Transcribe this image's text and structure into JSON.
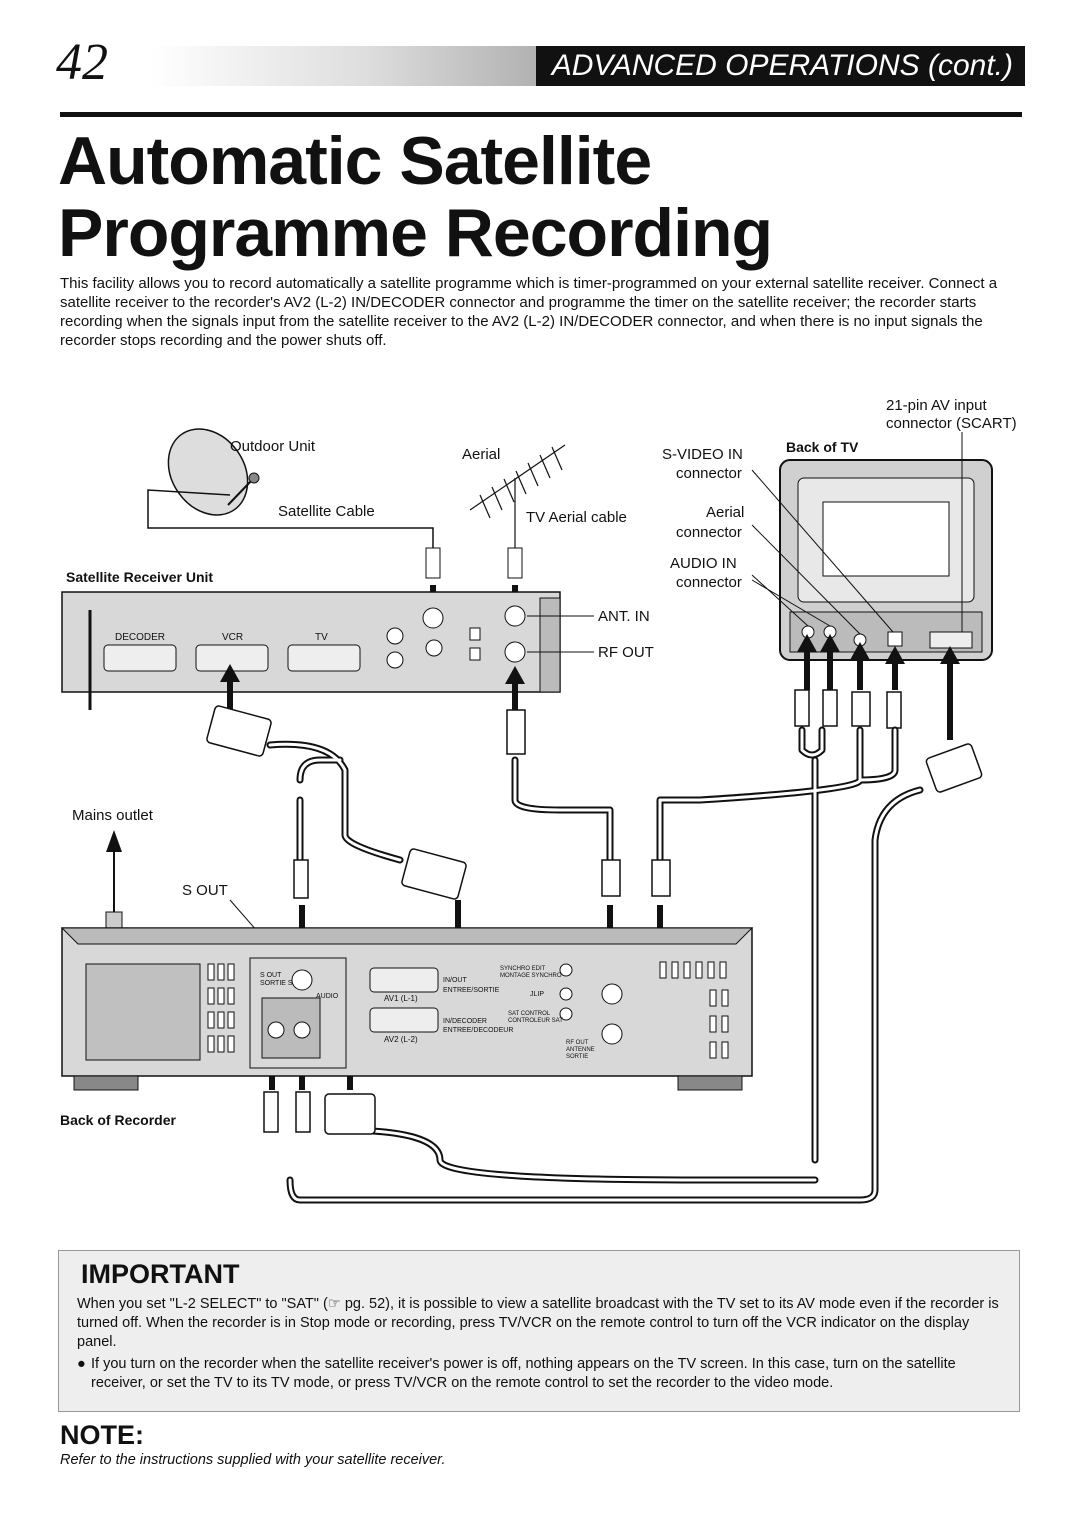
{
  "header": {
    "page_number": "42",
    "section": "ADVANCED OPERATIONS (cont.)"
  },
  "title": {
    "line1": "Automatic Satellite",
    "line2": "Programme Recording"
  },
  "intro": "This facility allows you to record automatically a satellite programme which is timer-programmed on your external satellite receiver. Connect a satellite receiver to the recorder's AV2 (L-2) IN/DECODER connector and programme the timer on the satellite receiver; the recorder starts recording when the signals input from the satellite receiver to the AV2 (L-2) IN/DECODER connector, and when there is no input signals the recorder stops recording and the power shuts off.",
  "diagram": {
    "outdoor_unit": "Outdoor Unit",
    "satellite_cable": "Satellite Cable",
    "aerial": "Aerial",
    "tv_aerial_cable": "TV Aerial cable",
    "satellite_receiver_unit": "Satellite Receiver Unit",
    "decoder": "DECODER",
    "vcr": "VCR",
    "tv": "TV",
    "ant_in": "ANT. IN",
    "rf_out": "RF OUT",
    "svideo_in": "S-VIDEO IN",
    "connector": "connector",
    "aerial_connector": "Aerial",
    "audio_in": "AUDIO IN",
    "scart_1": "21-pin AV input",
    "scart_2": "connector (SCART)",
    "back_of_tv": "Back of TV",
    "mains_outlet": "Mains outlet",
    "s_out": "S OUT",
    "back_of_recorder": "Back of Recorder",
    "rec_av1": "AV1 (L-1)",
    "rec_av2": "AV2 (L-2)",
    "rec_inout": "IN/OUT",
    "rec_entree_sortie": "ENTREE/SORTIE",
    "rec_decoder": "IN/DECODER",
    "rec_entree_decodeur": "ENTREE/DECODEUR",
    "rec_rfout": "RF OUT",
    "rec_antenne": "ANTENNE",
    "rec_sortie": "SORTIE",
    "rec_synchro": "SYNCHRO EDIT",
    "rec_montage": "MONTAGE SYNCHRO",
    "rec_jlip": "JLIP",
    "rec_sat": "SAT CONTROL",
    "rec_controleur": "CONTROLEUR SAT",
    "rec_sout_small": "S OUT",
    "rec_sortie_s": "SORTIE S",
    "rec_audio": "AUDIO"
  },
  "important": {
    "heading": "IMPORTANT",
    "para": "When you set \"L-2 SELECT\" to \"SAT\" (☞ pg. 52), it is possible to view a satellite broadcast with the TV set to its AV mode even if the recorder is turned off. When the recorder is in Stop mode or recording, press TV/VCR on the remote control to turn off the VCR indicator on the display panel.",
    "bullet_mark": "●",
    "bullet": "If you turn on the recorder when the satellite receiver's power is off, nothing appears on the TV screen. In this case, turn on the satellite receiver, or set the TV to its TV mode, or press TV/VCR on the remote control to set the recorder to the video mode."
  },
  "note": {
    "heading": "NOTE:",
    "text": "Refer to the instructions supplied with your satellite receiver."
  }
}
